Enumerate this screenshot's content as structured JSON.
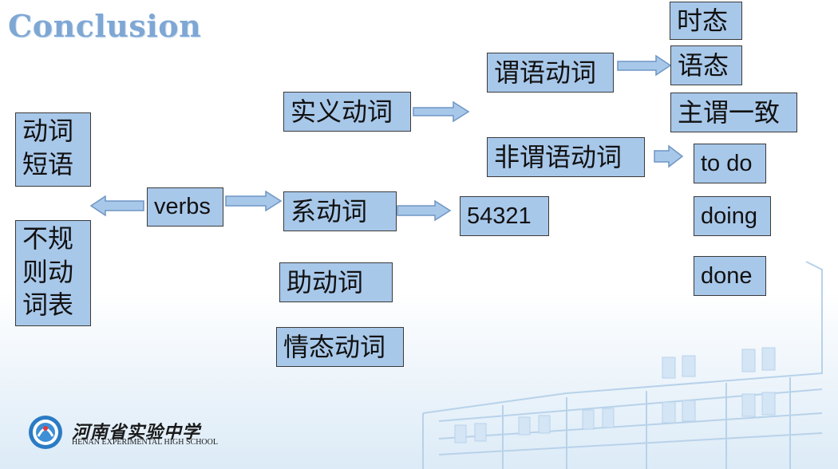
{
  "title": "Conclusion",
  "nodes": {
    "verbs": "verbs",
    "phrasal": "动词\n短语",
    "irregular": "不规\n则动\n词表",
    "notional": "实义动词",
    "linking": "系动词",
    "auxiliary": "助动词",
    "modal": "情态动词",
    "predicate": "谓语动词",
    "nonpredicate": "非谓语动词",
    "code54321": "54321",
    "tense": "时态",
    "voice": "语态",
    "agreement": "主谓一致",
    "todo": "to do",
    "doing": "doing",
    "done": "done"
  },
  "footer": {
    "school_cn": "河南省实验中学",
    "school_en": "HENAN EXPERIMENTAL HIGH SCHOOL"
  },
  "colors": {
    "node_fill": "#a8c8ea",
    "title": "#7fa7d4",
    "arrow_stroke": "#6f96c4"
  }
}
